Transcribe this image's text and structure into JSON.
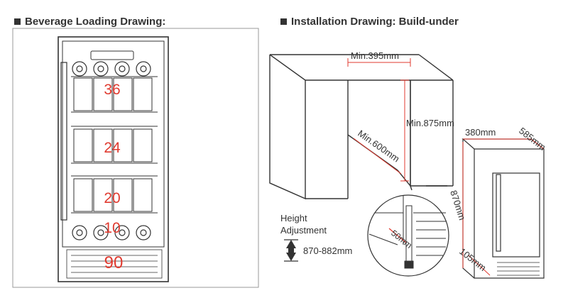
{
  "headings": {
    "loading": "Beverage Loading Drawing:",
    "installation": "Installation Drawing: Build-under"
  },
  "loading": {
    "shelf_counts": [
      "36",
      "24",
      "20",
      "10"
    ],
    "bottom_count": "90",
    "count_color": "#e03a2f"
  },
  "installation": {
    "min_width": "Min.395mm",
    "min_height": "Min.875mm",
    "min_depth": "Min.600mm",
    "gap": "50mm",
    "height_adjustment_line1": "Height",
    "height_adjustment_line2": "Adjustment",
    "height_range": "870-882mm"
  },
  "unit": {
    "width": "380mm",
    "depth": "585mm",
    "height": "870mm",
    "bottom": "105mm"
  },
  "colors": {
    "line": "#333333",
    "dimension": "#e03a2f",
    "heading": "#333333"
  }
}
